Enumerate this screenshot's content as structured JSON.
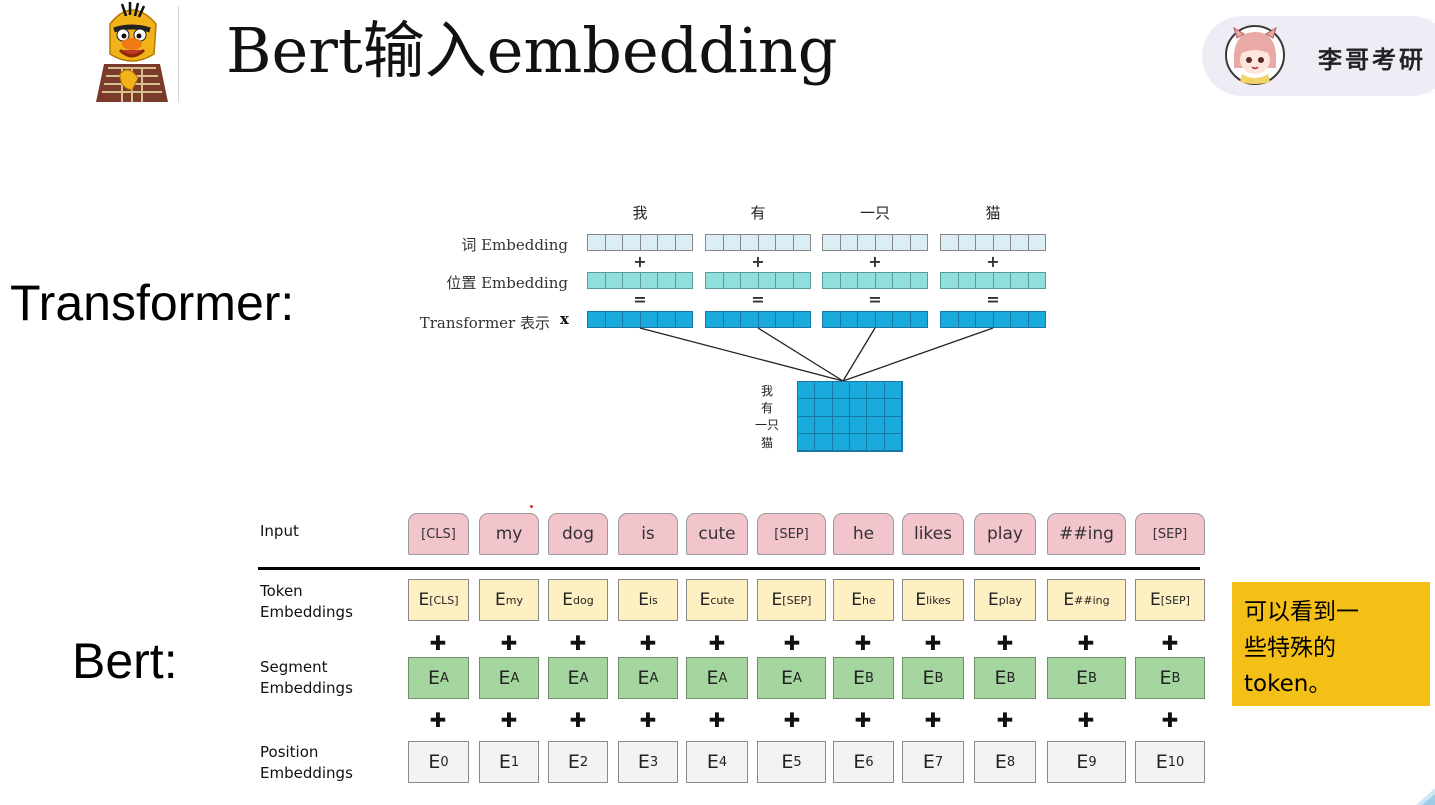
{
  "header": {
    "title": "Bert输入embedding",
    "brand_name": "李哥考研",
    "mascot_icon": "bert-muppet-icon",
    "avatar_icon": "cartoon-avatar-icon"
  },
  "sections": {
    "transformer_label": "Transformer:",
    "bert_label": "Bert:"
  },
  "transformer_figure": {
    "words": [
      "我",
      "有",
      "一只",
      "猫"
    ],
    "row_labels": {
      "word_embedding": "词 Embedding",
      "position_embedding": "位置 Embedding",
      "transformer_repr": "Transformer 表示"
    },
    "x_symbol": "x",
    "plus": "+",
    "equals": "=",
    "matrix_row_labels": [
      "我",
      "有",
      "一只",
      "猫"
    ],
    "colors": {
      "word": "#dbeef5",
      "position": "#8fe0dc",
      "transformer": "#1aaadc"
    }
  },
  "bert_figure": {
    "row_labels": {
      "input": "Input",
      "token": [
        "Token",
        "Embeddings"
      ],
      "segment": [
        "Segment",
        "Embeddings"
      ],
      "position": [
        "Position",
        "Embeddings"
      ]
    },
    "plus": "✚",
    "inputs": [
      "[CLS]",
      "my",
      "dog",
      "is",
      "cute",
      "[SEP]",
      "he",
      "likes",
      "play",
      "##ing",
      "[SEP]"
    ],
    "token_base": "E",
    "token_subs": [
      "[CLS]",
      "my",
      "dog",
      "is",
      "cute",
      "[SEP]",
      "he",
      "likes",
      "play",
      "##ing",
      "[SEP]"
    ],
    "segment_base": "E",
    "segment_subs": [
      "A",
      "A",
      "A",
      "A",
      "A",
      "A",
      "B",
      "B",
      "B",
      "B",
      "B"
    ],
    "position_base": "E",
    "position_subs": [
      "0",
      "1",
      "2",
      "3",
      "4",
      "5",
      "6",
      "7",
      "8",
      "9",
      "10"
    ],
    "colors": {
      "input": "#f2c4cb",
      "token": "#fdf0c3",
      "segment": "#a6d69f",
      "position": "#f3f3f3"
    }
  },
  "note": {
    "text": "可以看到一些特殊的token。",
    "lines": [
      "可以看到一",
      "些特殊的",
      "token。"
    ],
    "background": "#f4c018"
  }
}
